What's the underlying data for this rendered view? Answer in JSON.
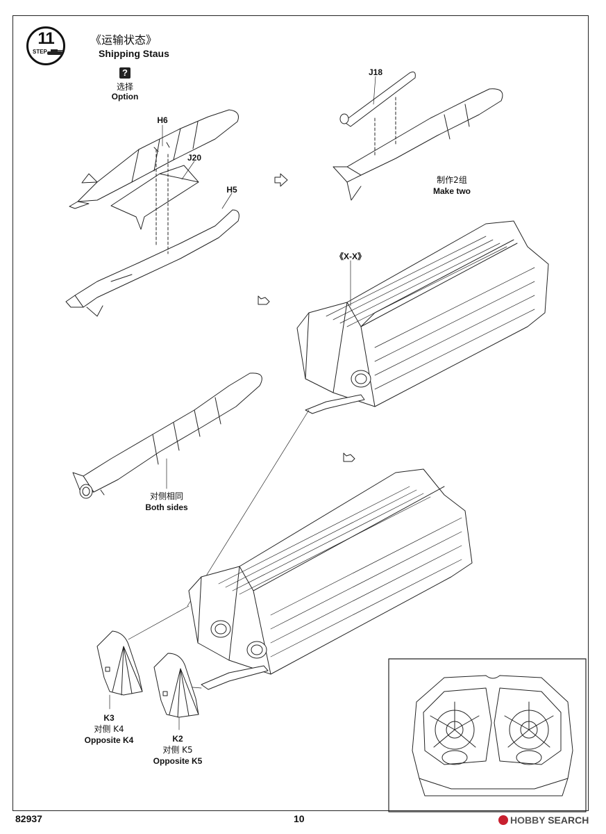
{
  "step": {
    "number": "11",
    "word": "STEP",
    "title_cn": "《运输状态》",
    "title_en": "Shipping Staus",
    "option_icon": "?",
    "option_cn": "选择",
    "option_en": "Option"
  },
  "parts": {
    "h6": "H6",
    "j20": "J20",
    "h5": "H5",
    "j18": "J18",
    "make_two_cn": "制作2组",
    "make_two_en": "Make two",
    "xx": "《X-X》",
    "both_sides_cn": "对侧相同",
    "both_sides_en": "Both sides",
    "k3": "K3",
    "k3_opp_cn": "对侧 K4",
    "k3_opp_en": "Opposite K4",
    "k2": "K2",
    "k2_opp_cn": "对侧 K5",
    "k2_opp_en": "Opposite K5"
  },
  "footer": {
    "kit_number": "82937",
    "page_number": "10",
    "watermark_hobby": "HOBBY",
    "watermark_search": "SEARCH"
  },
  "icons": {
    "step_badge": "step-tank-badge-icon",
    "option": "question-mark-icon",
    "arrows": "hollow-arrow-icon"
  },
  "colors": {
    "line": "#222222",
    "watermark_red": "#c8202f"
  }
}
